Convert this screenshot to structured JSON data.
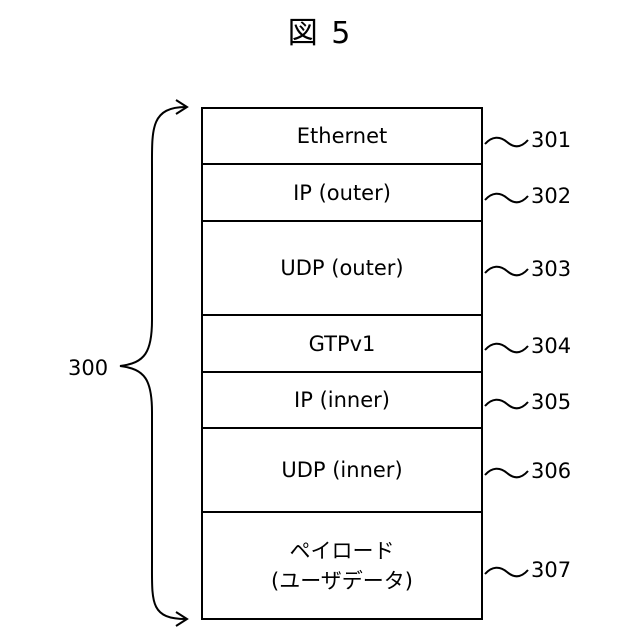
{
  "figure": {
    "title": "図 5",
    "overall_ref": "300"
  },
  "layers": [
    {
      "label": "Ethernet",
      "ref": "301"
    },
    {
      "label": "IP (outer)",
      "ref": "302"
    },
    {
      "label": "UDP (outer)",
      "ref": "303"
    },
    {
      "label": "GTPv1",
      "ref": "304"
    },
    {
      "label": "IP (inner)",
      "ref": "305"
    },
    {
      "label": "UDP (inner)",
      "ref": "306"
    },
    {
      "label": "ペイロード",
      "sublabel": "(ユーザデータ)",
      "ref": "307"
    }
  ],
  "colors": {
    "line": "#000000",
    "background": "#ffffff"
  }
}
